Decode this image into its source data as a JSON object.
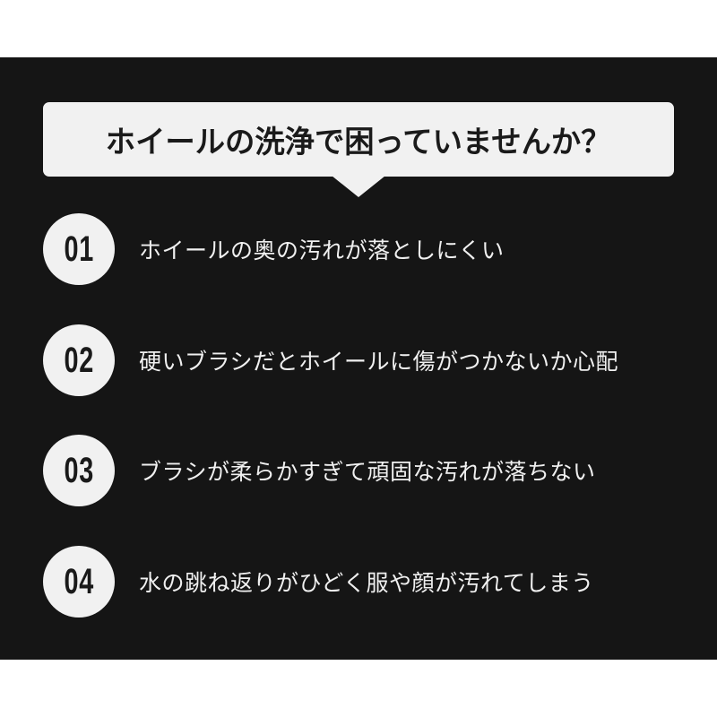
{
  "headline": "ホイールの洗浄で困っていませんか？",
  "items": [
    {
      "number": "01",
      "text": "ホイールの奥の汚れが落としにくい"
    },
    {
      "number": "02",
      "text": "硬いブラシだとホイールに傷がつかないか心配"
    },
    {
      "number": "03",
      "text": "ブラシが柔らかすぎて頑固な汚れが落ちない"
    },
    {
      "number": "04",
      "text": "水の跳ね返りがひどく服や顔が汚れてしまう"
    }
  ],
  "colors": {
    "panel_background": "#151515",
    "bubble_background": "#f1f1f1",
    "headline_text": "#1a1a1a",
    "item_text": "#f0f0f0"
  }
}
